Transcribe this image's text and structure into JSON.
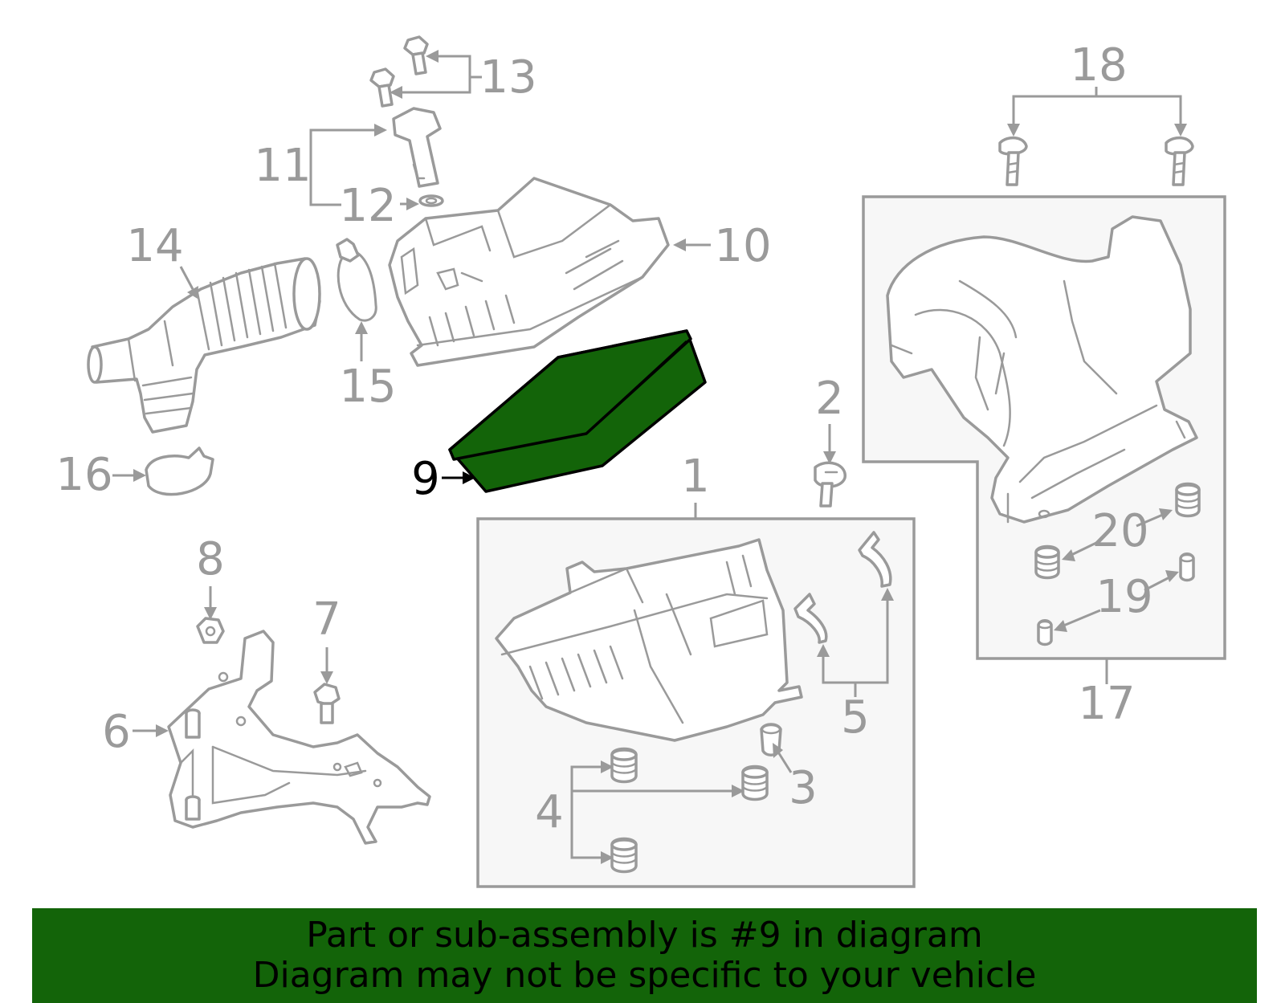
{
  "colors": {
    "highlight_fill": "#136409",
    "line_gray": "#9a9a9a",
    "group_box_fill": "#f7f7f7",
    "banner_bg": "#136409",
    "banner_text": "#000000",
    "highlight_label": "#000000"
  },
  "callouts": {
    "c1": "1",
    "c2": "2",
    "c3": "3",
    "c4": "4",
    "c5": "5",
    "c6": "6",
    "c7": "7",
    "c8": "8",
    "c9": "9",
    "c10": "10",
    "c11": "11",
    "c12": "12",
    "c13": "13",
    "c14": "14",
    "c15": "15",
    "c16": "16",
    "c17": "17",
    "c18": "18",
    "c19": "19",
    "c20": "20"
  },
  "highlighted_part": "9",
  "banner": {
    "line1": "Part or sub-assembly is #9 in diagram",
    "line2": "Diagram may not be specific to your vehicle"
  }
}
